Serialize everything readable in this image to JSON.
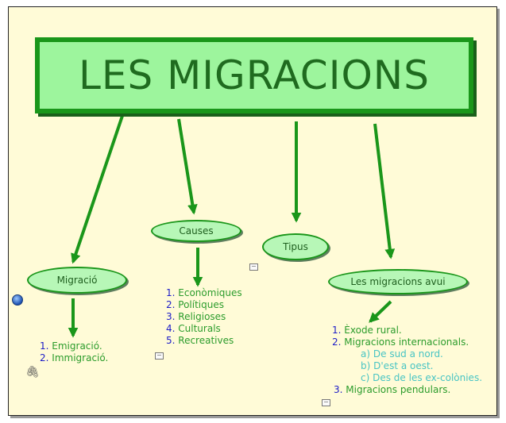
{
  "title": "LES MIGRACIONS",
  "colors": {
    "background": "#fffbd7",
    "node_fill": "#b7f7b7",
    "node_border": "#1a961a",
    "arrow": "#1a961a",
    "number": "#1c1cc8",
    "text": "#2c9c2c",
    "sub_text": "#48c4c4"
  },
  "nodes": {
    "migracio": "Migració",
    "causes": "Causes",
    "tipus": "Tipus",
    "avui": "Les migracions avui"
  },
  "migracio_list": [
    {
      "num": "1.",
      "text": "Emigració."
    },
    {
      "num": "2.",
      "text": "Immigració."
    }
  ],
  "causes_list": [
    {
      "num": "1.",
      "text": "Econòmiques"
    },
    {
      "num": "2.",
      "text": "Polítiques"
    },
    {
      "num": "3.",
      "text": "Religioses"
    },
    {
      "num": "4.",
      "text": "Culturals"
    },
    {
      "num": "5.",
      "text": "Recreatives"
    }
  ],
  "avui_list": {
    "item1": {
      "num": "1.",
      "text": "Èxode rural."
    },
    "item2": {
      "num": "2.",
      "text": "Migracions internacionals."
    },
    "sub": [
      {
        "num": "a)",
        "text": "De sud a nord."
      },
      {
        "num": "b)",
        "text": "D'est a oest."
      },
      {
        "num": "c)",
        "text": "Des de les ex-colònies."
      }
    ],
    "item3": {
      "num": "3.",
      "text": "Migracions pendulars."
    }
  },
  "icons": [
    "globe-icon",
    "paperclip-icon",
    "note-icon"
  ]
}
